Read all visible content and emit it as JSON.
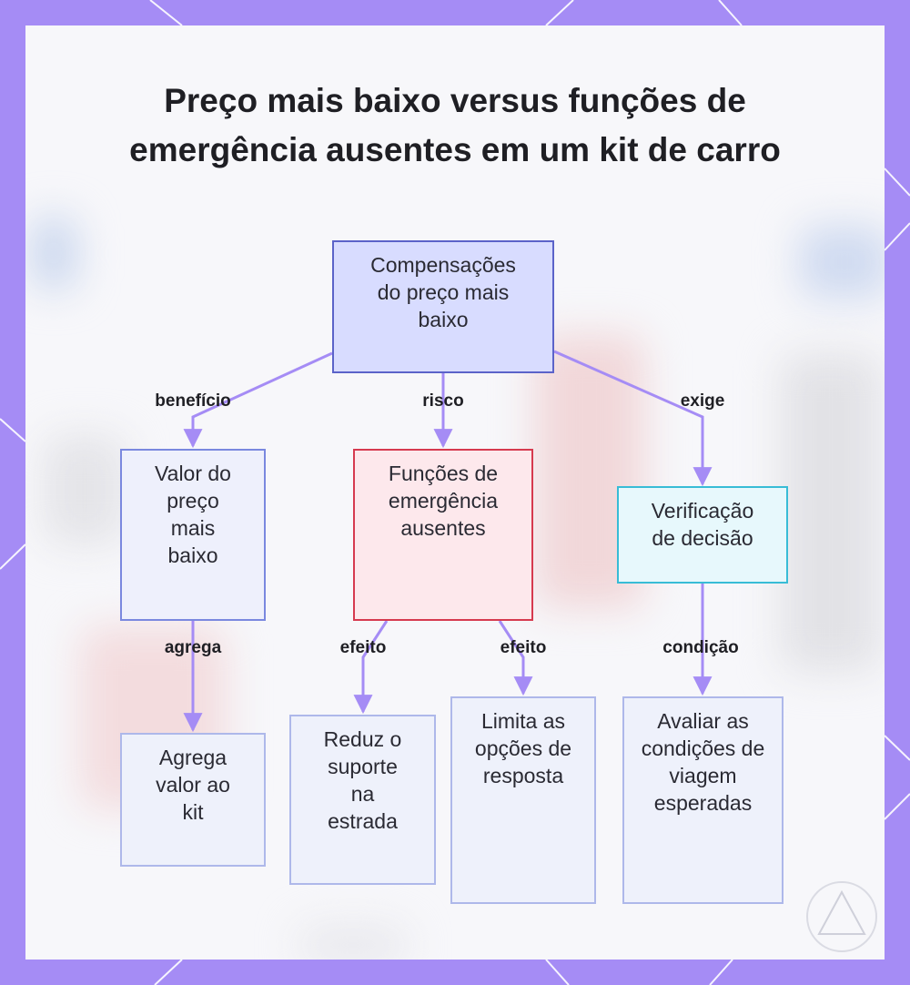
{
  "title": "Preço mais baixo versus funções de emergência ausentes em um kit de carro",
  "colors": {
    "frame": "#a58cf5",
    "edge": "#a58cf5",
    "root_fill": "#d8dcff",
    "root_border": "#5b63c9",
    "blue_fill": "#eef0fc",
    "blue_border": "#7a88df",
    "red_fill": "#fde8ec",
    "red_border": "#d63a4f",
    "cyan_fill": "#e7f8fc",
    "cyan_border": "#38bcd6",
    "leaf_fill": "#eef1fb",
    "leaf_border": "#aeb8ea"
  },
  "nodes": {
    "root": "Compensações do preço mais baixo",
    "benefit": "Valor do preço mais baixo",
    "risk": "Funções de emergência ausentes",
    "check": "Verificação de decisão",
    "aggregate": "Agrega valor ao kit",
    "reduce": "Reduz o suporte na estrada",
    "limit": "Limita as opções de resposta",
    "evaluate": "Avaliar as condições de viagem esperadas"
  },
  "edges": {
    "beneficio": "benefício",
    "risco": "risco",
    "exige": "exige",
    "agrega": "agrega",
    "efeito_1": "efeito",
    "efeito_2": "efeito",
    "condicao": "condição"
  }
}
